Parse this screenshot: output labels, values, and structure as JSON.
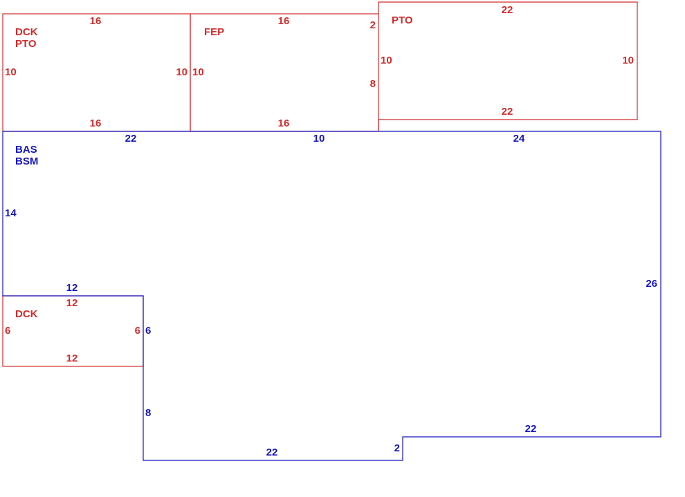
{
  "colors": {
    "addition": "#d42a2a",
    "main": "#1515c0"
  },
  "areas": {
    "dck_pto": {
      "code_1": "DCK",
      "code_2": "PTO",
      "top": "16",
      "bottom": "16",
      "left": "10",
      "right": "10"
    },
    "fep": {
      "code": "FEP",
      "top": "16",
      "bottom": "16",
      "left": "10"
    },
    "pto": {
      "code": "PTO",
      "top": "22",
      "bottom": "22",
      "left": "10",
      "right": "10",
      "jog_short": "2",
      "jog_long": "8"
    },
    "dck": {
      "code": "DCK",
      "top": "12",
      "bottom": "12",
      "left": "6",
      "right": "6"
    },
    "bas": {
      "code_1": "BAS",
      "code_2": "BSM",
      "top_left": "22",
      "top_mid": "10",
      "top_right": "24",
      "left": "14",
      "right": "26",
      "notch_top": "12",
      "notch_side": "6",
      "lower_left": "8",
      "bottom_left": "22",
      "step": "2",
      "bottom_right": "22"
    }
  }
}
